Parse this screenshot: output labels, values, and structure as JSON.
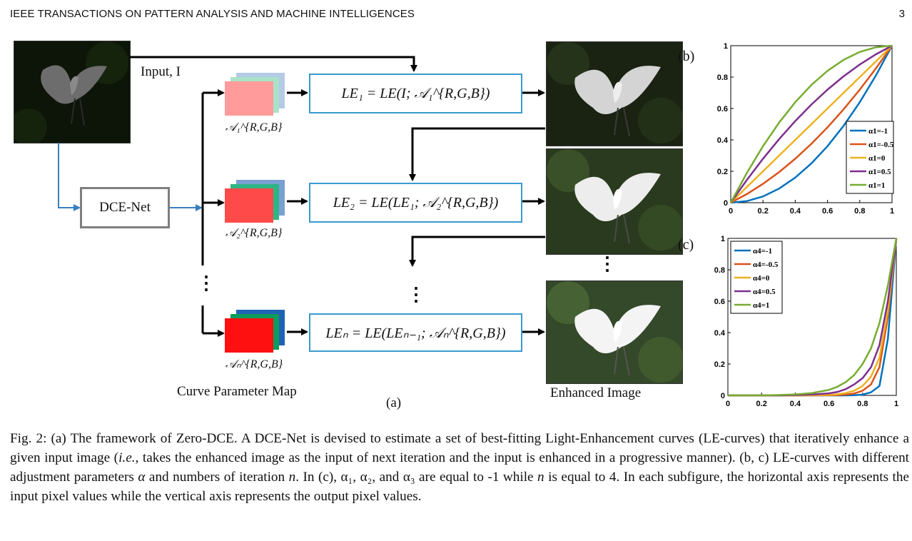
{
  "header": {
    "journal": "IEEE TRANSACTIONS ON PATTERN ANALYSIS AND MACHINE INTELLIGENCES",
    "page": "3"
  },
  "figure_a": {
    "input_label": "Input, I",
    "dce_net_label": "DCE-Net",
    "le_eq_1": "LE₁ = LE(I; 𝒜₁^{R,G,B})",
    "le_eq_2": "LE₂ = LE(LE₁; 𝒜₂^{R,G,B})",
    "le_eq_n": "LEₙ = LE(LEₙ₋₁; 𝒜ₙ^{R,G,B})",
    "map_1": "𝒜₁^{R,G,B}",
    "map_2": "𝒜₂^{R,G,B}",
    "map_n": "𝒜ₙ^{R,G,B}",
    "curve_param_label": "Curve Parameter Map",
    "enhanced_label": "Enhanced Image",
    "sub_label": "(a)",
    "ellipsis": "⋮"
  },
  "figure_b_label": "(b)",
  "figure_c_label": "(c)",
  "chart_data": [
    {
      "type": "line",
      "panel": "(b)",
      "x": [
        0,
        0.1,
        0.2,
        0.3,
        0.4,
        0.5,
        0.6,
        0.7,
        0.8,
        0.9,
        1.0
      ],
      "xlim": [
        0,
        1
      ],
      "ylim": [
        0,
        1
      ],
      "xticks": [
        "0",
        "0.2",
        "0.4",
        "0.6",
        "0.8",
        "1"
      ],
      "yticks": [
        "0",
        "0.2",
        "0.4",
        "0.6",
        "0.8",
        "1"
      ],
      "legend_position": "bottom-right",
      "series": [
        {
          "name": "α1=-1",
          "color": "#0072bd",
          "values": [
            0,
            0.01,
            0.04,
            0.09,
            0.16,
            0.25,
            0.36,
            0.49,
            0.64,
            0.81,
            1.0
          ]
        },
        {
          "name": "α1=-0.5",
          "color": "#d95319",
          "values": [
            0,
            0.055,
            0.12,
            0.195,
            0.28,
            0.375,
            0.48,
            0.595,
            0.72,
            0.855,
            1.0
          ]
        },
        {
          "name": "α1=0",
          "color": "#edb120",
          "values": [
            0,
            0.1,
            0.2,
            0.3,
            0.4,
            0.5,
            0.6,
            0.7,
            0.8,
            0.9,
            1.0
          ]
        },
        {
          "name": "α1=0.5",
          "color": "#7e2f8e",
          "values": [
            0,
            0.145,
            0.28,
            0.405,
            0.52,
            0.625,
            0.72,
            0.805,
            0.88,
            0.945,
            1.0
          ]
        },
        {
          "name": "α1=1",
          "color": "#77ac30",
          "values": [
            0,
            0.19,
            0.36,
            0.51,
            0.64,
            0.75,
            0.84,
            0.91,
            0.96,
            0.99,
            1.0
          ]
        }
      ]
    },
    {
      "type": "line",
      "panel": "(c)",
      "x": [
        0,
        0.1,
        0.2,
        0.3,
        0.4,
        0.5,
        0.6,
        0.65,
        0.7,
        0.75,
        0.8,
        0.85,
        0.9,
        0.95,
        1.0
      ],
      "xlim": [
        0,
        1
      ],
      "ylim": [
        0,
        1
      ],
      "xticks": [
        "0",
        "0.2",
        "0.4",
        "0.6",
        "0.8",
        "1"
      ],
      "yticks": [
        "0",
        "0.2",
        "0.4",
        "0.6",
        "0.8",
        "1"
      ],
      "legend_position": "top-left",
      "series": [
        {
          "name": "α4=-1",
          "color": "#0072bd",
          "values": [
            0,
            0,
            0,
            0,
            0,
            0,
            0,
            0,
            0,
            0.001,
            0.005,
            0.02,
            0.06,
            0.36,
            1.0
          ]
        },
        {
          "name": "α4=-0.5",
          "color": "#d95319",
          "values": [
            0,
            0,
            0,
            0,
            0,
            0,
            0.001,
            0.002,
            0.005,
            0.012,
            0.03,
            0.07,
            0.18,
            0.5,
            1.0
          ]
        },
        {
          "name": "α4=0",
          "color": "#edb120",
          "values": [
            0,
            0,
            0,
            0,
            0,
            0.001,
            0.003,
            0.007,
            0.015,
            0.03,
            0.06,
            0.12,
            0.24,
            0.54,
            1.0
          ]
        },
        {
          "name": "α4=0.5",
          "color": "#7e2f8e",
          "values": [
            0,
            0,
            0,
            0,
            0.002,
            0.006,
            0.013,
            0.022,
            0.04,
            0.07,
            0.11,
            0.18,
            0.32,
            0.6,
            1.0
          ]
        },
        {
          "name": "α4=1",
          "color": "#77ac30",
          "values": [
            0,
            0,
            0,
            0.002,
            0.006,
            0.015,
            0.035,
            0.055,
            0.085,
            0.13,
            0.2,
            0.3,
            0.46,
            0.7,
            1.0
          ]
        }
      ]
    }
  ],
  "caption": {
    "p1": "Fig. 2: (a) The framework of Zero-DCE. A DCE-Net is devised to estimate a set of best-fitting Light-Enhancement curves (LE-curves) that iteratively enhance a given input image (",
    "ie": "i.e.",
    "p2": ", takes the enhanced image as the input of next iteration and the input is enhanced in a progressive manner). (b, c) LE-curves with different adjustment parameters ",
    "alpha": "α",
    "p3": " and numbers of iteration ",
    "n": "n",
    "p4": ". In (c), α₁, α₂, and α₃ are equal to -1 while ",
    "n2": "n",
    "p5": " is equal to 4. In each subfigure, the horizontal axis represents the input pixel values while the vertical axis represents the output pixel values."
  }
}
